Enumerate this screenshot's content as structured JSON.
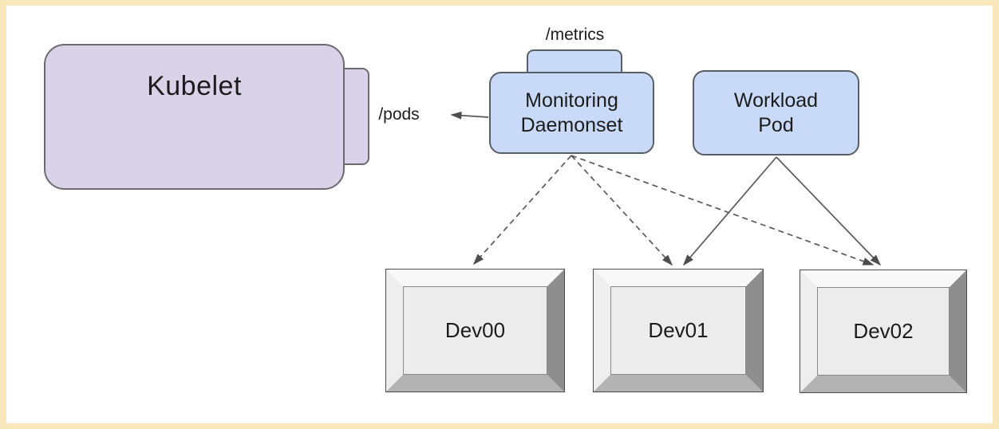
{
  "diagram": {
    "kubelet": {
      "label": "Kubelet",
      "endpoint_label": "/pods"
    },
    "monitoring_daemonset": {
      "line1": "Monitoring",
      "line2": "Daemonset",
      "endpoint_label": "/metrics"
    },
    "workload_pod": {
      "line1": "Workload",
      "line2": "Pod"
    },
    "devices": [
      {
        "label": "Dev00"
      },
      {
        "label": "Dev01"
      },
      {
        "label": "Dev02"
      }
    ],
    "edges": [
      {
        "from": "monitoring-daemonset",
        "to": "kubelet",
        "label": "/pods",
        "style": "solid-arrow"
      },
      {
        "from": "monitoring-daemonset",
        "to": "dev00",
        "style": "dashed-arrow"
      },
      {
        "from": "monitoring-daemonset",
        "to": "dev01",
        "style": "dashed-arrow"
      },
      {
        "from": "monitoring-daemonset",
        "to": "dev02",
        "style": "dashed-arrow"
      },
      {
        "from": "workload-pod",
        "to": "dev01",
        "style": "solid-arrow"
      },
      {
        "from": "workload-pod",
        "to": "dev02",
        "style": "solid-arrow"
      }
    ],
    "colors": {
      "frame": "#f8e8bb",
      "canvas": "#ffffff",
      "kubelet_fill": "#d9d2e9",
      "kubelet_border": "#6b6b70",
      "pod_fill": "#c9daf8",
      "pod_border": "#585e66",
      "arrow": "#595959",
      "arrowhead": "#4d4d4d",
      "dev_panel": "#ececec",
      "dev_outline": "#4c4c4c"
    }
  }
}
